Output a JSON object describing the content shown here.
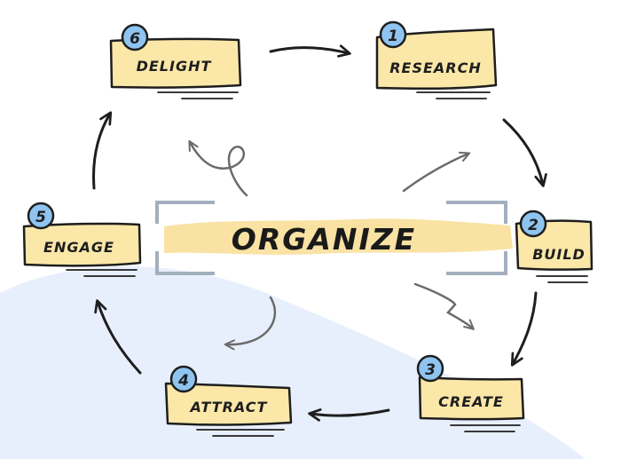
{
  "center": {
    "label": "ORGANIZE"
  },
  "steps": [
    {
      "number": "1",
      "label": "RESEARCH"
    },
    {
      "number": "2",
      "label": "BUILD"
    },
    {
      "number": "3",
      "label": "CREATE"
    },
    {
      "number": "4",
      "label": "ATTRACT"
    },
    {
      "number": "5",
      "label": "ENGAGE"
    },
    {
      "number": "6",
      "label": "DELIGHT"
    }
  ],
  "colors": {
    "box_fill": "#fbe7a8",
    "badge_fill": "#8ec4ef",
    "highlight": "#f7d884",
    "bracket": "#a3afbd",
    "background_shape": "#e8effc",
    "cycle_arrow": "#1e1e1e",
    "inner_arrow": "#6b6b6b"
  }
}
